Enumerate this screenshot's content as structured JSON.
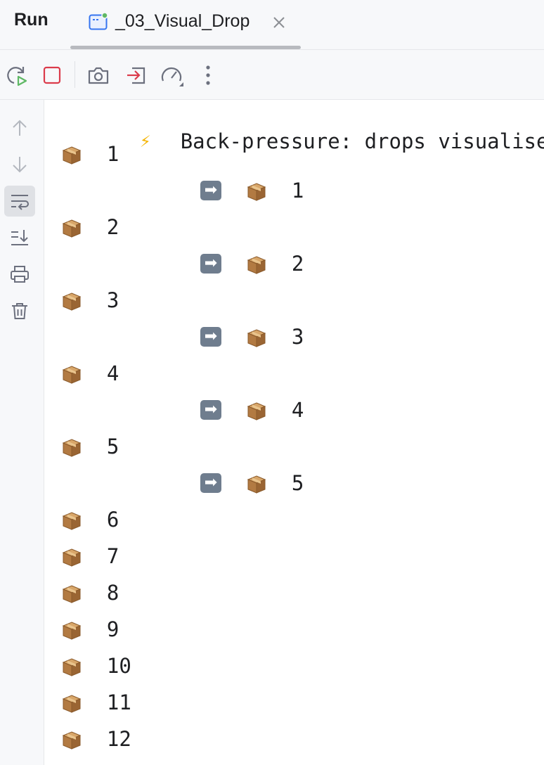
{
  "header": {
    "title": "Run",
    "tab": {
      "label": "_03_Visual_Drop",
      "icon": "run-config-icon",
      "status_color": "#5fb865"
    },
    "close_icon": "close-icon"
  },
  "toolbar": {
    "buttons": [
      {
        "name": "rerun-icon"
      },
      {
        "name": "stop-icon",
        "color": "#db3b4b"
      },
      {
        "name": "camera-icon"
      },
      {
        "name": "exit-icon",
        "color": "#db3b4b"
      },
      {
        "name": "performance-gauge-icon"
      },
      {
        "name": "more-options-icon"
      }
    ]
  },
  "gutter": {
    "buttons": [
      {
        "name": "scroll-up-icon"
      },
      {
        "name": "scroll-down-icon"
      },
      {
        "name": "soft-wrap-icon",
        "active": true
      },
      {
        "name": "scroll-to-end-icon"
      },
      {
        "name": "print-icon"
      },
      {
        "name": "clear-all-icon"
      }
    ]
  },
  "console": {
    "header_emoji": "⚡",
    "header_text": "Back-pressure: drops visualised",
    "emit_emoji": "📦",
    "receive_arrow": "➡",
    "lines": [
      {
        "kind": "emit",
        "value": "1"
      },
      {
        "kind": "receive",
        "value": "1"
      },
      {
        "kind": "emit",
        "value": "2"
      },
      {
        "kind": "receive",
        "value": "2"
      },
      {
        "kind": "emit",
        "value": "3"
      },
      {
        "kind": "receive",
        "value": "3"
      },
      {
        "kind": "emit",
        "value": "4"
      },
      {
        "kind": "receive",
        "value": "4"
      },
      {
        "kind": "emit",
        "value": "5"
      },
      {
        "kind": "receive",
        "value": "5"
      },
      {
        "kind": "emit",
        "value": "6"
      },
      {
        "kind": "emit",
        "value": "7"
      },
      {
        "kind": "emit",
        "value": "8"
      },
      {
        "kind": "emit",
        "value": "9"
      },
      {
        "kind": "emit",
        "value": "10"
      },
      {
        "kind": "emit",
        "value": "11"
      },
      {
        "kind": "emit",
        "value": "12"
      }
    ]
  }
}
